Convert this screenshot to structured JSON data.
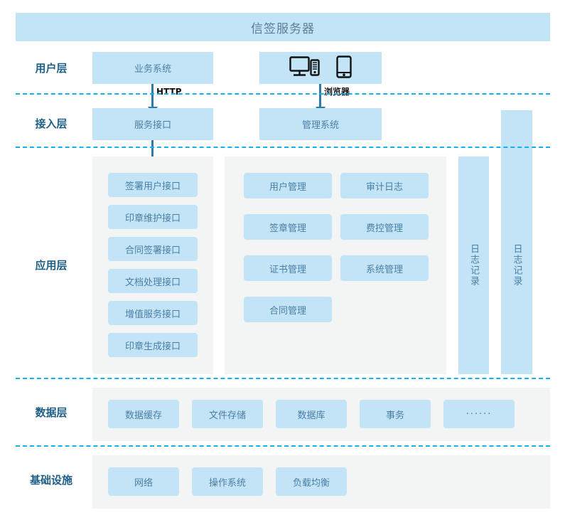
{
  "diagram": {
    "title": "信签服务器",
    "accent_color": "#c3e4f7",
    "divider_color": "#16b2f0",
    "panel_color": "#f3f4f4",
    "label_color": "#1f5f86",
    "node_text_color": "#4a7fa5"
  },
  "layers": [
    {
      "id": "user",
      "label": "用户层"
    },
    {
      "id": "access",
      "label": "接入层"
    },
    {
      "id": "app",
      "label": "应用层"
    },
    {
      "id": "data",
      "label": "数据层"
    },
    {
      "id": "infra",
      "label": "基础设施"
    }
  ],
  "user_layer": {
    "business_system": "业务系统",
    "client_icons": [
      "desktop-computer-icon",
      "mobile-phone-icon"
    ]
  },
  "connectors": [
    {
      "id": "http",
      "label": "HTTP"
    },
    {
      "id": "browser",
      "label": "浏览器"
    }
  ],
  "access_layer": {
    "service_interface": "服务接口",
    "management_system": "管理系统"
  },
  "app_layer": {
    "interfaces": [
      "签署用户接口",
      "印章维护接口",
      "合同签署接口",
      "文档处理接口",
      "增值服务接口",
      "印章生成接口"
    ],
    "modules_col1": [
      "用户管理",
      "签章管理",
      "证书管理",
      "合同管理"
    ],
    "modules_col2": [
      "审计日志",
      "费控管理",
      "系统管理"
    ],
    "log_bars": [
      "日志记录",
      "日志记录"
    ]
  },
  "data_layer": {
    "items": [
      "数据缓存",
      "文件存储",
      "数据库",
      "事务",
      "······"
    ]
  },
  "infra_layer": {
    "items": [
      "网络",
      "操作系统",
      "负载均衡"
    ]
  }
}
